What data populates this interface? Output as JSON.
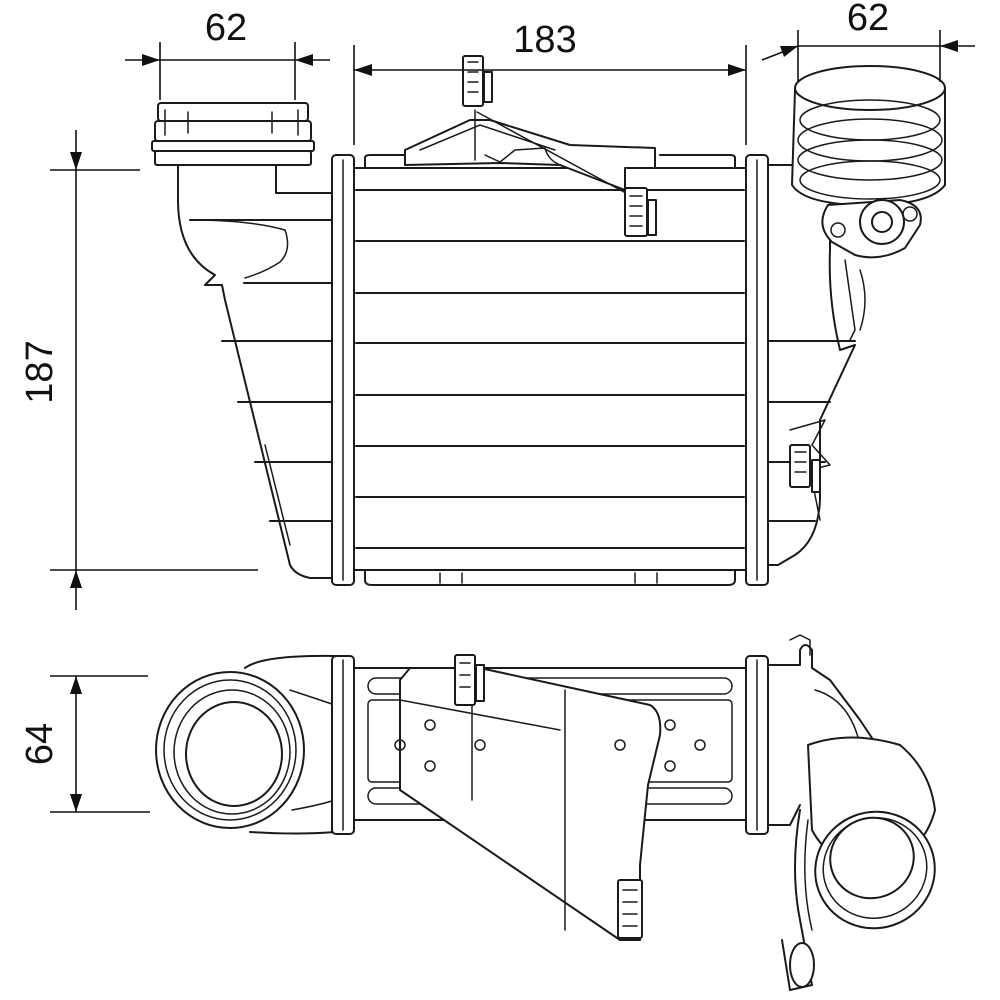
{
  "dimensions": {
    "top_left_width": "62",
    "core_width": "183",
    "top_right_width": "62",
    "height": "187",
    "depth": "64"
  }
}
